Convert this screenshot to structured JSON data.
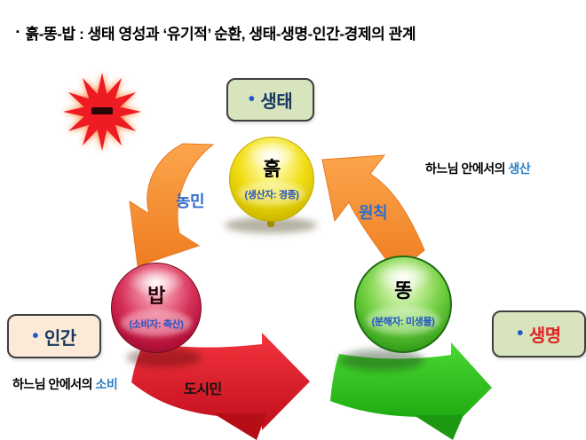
{
  "title": {
    "bullet": "▪",
    "text": "흙-똥-밥 : 생태 영성과 ‘유기적’ 순환, 생태-생명-인간-경제의 관계"
  },
  "legend_boxes": {
    "eco": {
      "bullet": "•",
      "label": "생태"
    },
    "human": {
      "bullet": "•",
      "label": "인간"
    },
    "life": {
      "bullet": "•",
      "label": "생명"
    }
  },
  "nodes": {
    "soil": {
      "name": "흙",
      "role": "(생산자: 경종)"
    },
    "rice": {
      "name": "밥",
      "role": "(소비자: 축산)"
    },
    "dung": {
      "name": "똥",
      "role": "(분해자: 미생물)"
    }
  },
  "arrow_labels": {
    "farmer": "농민",
    "principle": "원칙",
    "citizen": "도시민"
  },
  "captions": {
    "production": {
      "prefix": "하느님 안에서의 ",
      "highlight": "생산"
    },
    "consumption": {
      "prefix": "하느님 안에서의 ",
      "highlight": "소비"
    }
  },
  "colors": {
    "orange_arrow": "#F79238",
    "red_arrow": "#E31E24",
    "green_arrow": "#2EBE17",
    "soil_sphere": "#EFD900",
    "rice_sphere": "#C81E45",
    "dung_sphere": "#57C22E",
    "arrow_label_blue": "#2E6DC8",
    "role_blue": "#2353C8",
    "box_navy": "#17375E",
    "caption_highlight_blue": "#2E7FC4",
    "life_red": "#E02626",
    "starburst_red": "#EE1B24"
  }
}
